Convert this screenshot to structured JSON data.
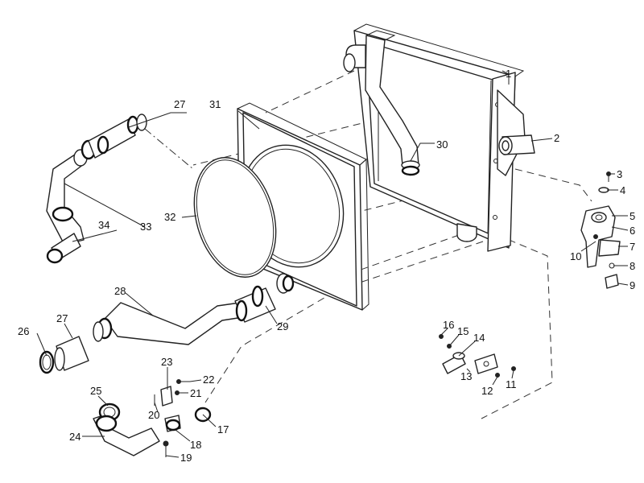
{
  "callouts": [
    {
      "id": "c1",
      "text": "1"
    },
    {
      "id": "c2",
      "text": "2"
    },
    {
      "id": "c3",
      "text": "3"
    },
    {
      "id": "c4",
      "text": "4"
    },
    {
      "id": "c5",
      "text": "5"
    },
    {
      "id": "c6",
      "text": "6"
    },
    {
      "id": "c7",
      "text": "7"
    },
    {
      "id": "c8",
      "text": "8"
    },
    {
      "id": "c9",
      "text": "9"
    },
    {
      "id": "c10",
      "text": "10"
    },
    {
      "id": "c11",
      "text": "11"
    },
    {
      "id": "c12",
      "text": "12"
    },
    {
      "id": "c13",
      "text": "13"
    },
    {
      "id": "c14",
      "text": "14"
    },
    {
      "id": "c15",
      "text": "15"
    },
    {
      "id": "c16",
      "text": "16"
    },
    {
      "id": "c17",
      "text": "17"
    },
    {
      "id": "c18",
      "text": "18"
    },
    {
      "id": "c19",
      "text": "19"
    },
    {
      "id": "c20",
      "text": "20"
    },
    {
      "id": "c21",
      "text": "21"
    },
    {
      "id": "c22",
      "text": "22"
    },
    {
      "id": "c23",
      "text": "23"
    },
    {
      "id": "c24",
      "text": "24"
    },
    {
      "id": "c25",
      "text": "25"
    },
    {
      "id": "c26",
      "text": "26"
    },
    {
      "id": "c27a",
      "text": "27"
    },
    {
      "id": "c27b",
      "text": "27"
    },
    {
      "id": "c28",
      "text": "28"
    },
    {
      "id": "c29",
      "text": "29"
    },
    {
      "id": "c30",
      "text": "30"
    },
    {
      "id": "c31",
      "text": "31"
    },
    {
      "id": "c32",
      "text": "32"
    },
    {
      "id": "c33",
      "text": "33"
    },
    {
      "id": "c34",
      "text": "34"
    }
  ],
  "colors": {
    "line": "#222222",
    "background": "#ffffff"
  }
}
